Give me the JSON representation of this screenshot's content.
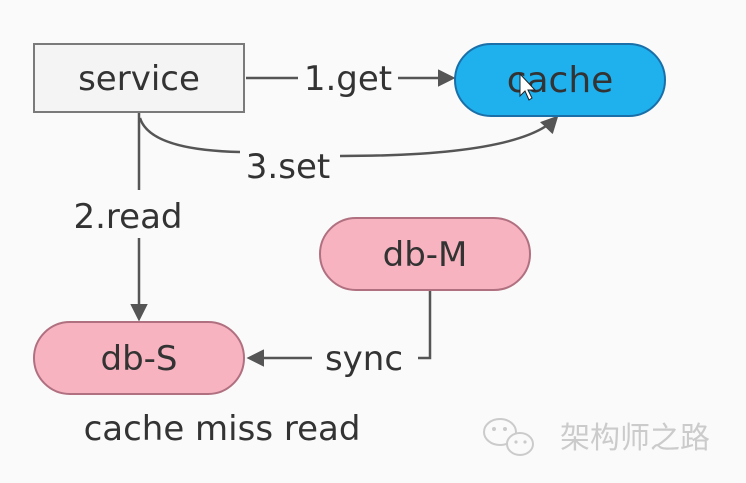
{
  "nodes": {
    "service": {
      "label": "service"
    },
    "cache": {
      "label": "cache"
    },
    "db_m": {
      "label": "db-M"
    },
    "db_s": {
      "label": "db-S"
    }
  },
  "edges": {
    "get": {
      "label": "1.get"
    },
    "read": {
      "label": "2.read"
    },
    "set": {
      "label": "3.set"
    },
    "sync": {
      "label": "sync"
    }
  },
  "caption": "cache miss read",
  "watermark": {
    "text": "架构师之路",
    "icon": "wechat-icon"
  },
  "colors": {
    "background": "#fafafa",
    "service_fill": "#f4f4f4",
    "service_stroke": "#7a7a7a",
    "cache_fill": "#1fb0ee",
    "cache_stroke": "#1a6fa8",
    "db_fill": "#f7b3c0",
    "db_stroke": "#b07080",
    "line": "#555555",
    "text": "#333333"
  }
}
